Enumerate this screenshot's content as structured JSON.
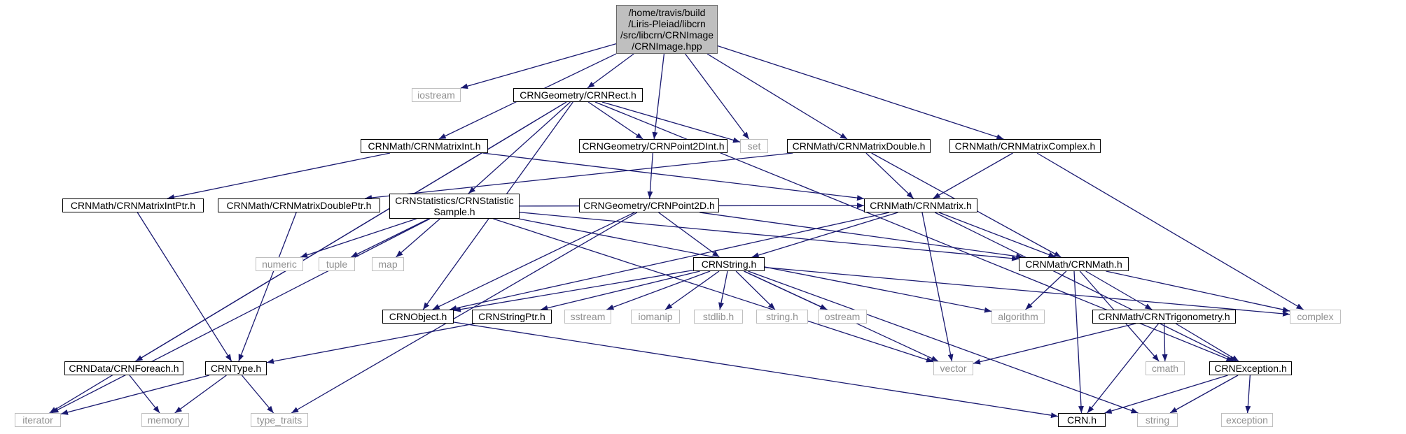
{
  "colors": {
    "edge": "#191970",
    "root_fill": "#bfbfbf",
    "external_border": "#bfbfbf",
    "external_text": "#909090"
  },
  "nodes": {
    "root": {
      "lines": [
        "/home/travis/build",
        "/Liris-Pleiad/libcrn",
        "/src/libcrn/CRNImage",
        "/CRNImage.hpp"
      ]
    },
    "iostream": {
      "label": "iostream"
    },
    "rect": {
      "label": "CRNGeometry/CRNRect.h"
    },
    "set": {
      "label": "set"
    },
    "matrixint": {
      "label": "CRNMath/CRNMatrixInt.h"
    },
    "point2dint": {
      "label": "CRNGeometry/CRNPoint2DInt.h"
    },
    "matrixdouble": {
      "label": "CRNMath/CRNMatrixDouble.h"
    },
    "matrixcomplex": {
      "label": "CRNMath/CRNMatrixComplex.h"
    },
    "matrixintptr": {
      "label": "CRNMath/CRNMatrixIntPtr.h"
    },
    "matrixdoubleptr": {
      "label": "CRNMath/CRNMatrixDoublePtr.h"
    },
    "statsample": {
      "lines": [
        "CRNStatistics/CRNStatistic",
        "Sample.h"
      ]
    },
    "point2d": {
      "label": "CRNGeometry/CRNPoint2D.h"
    },
    "matrix": {
      "label": "CRNMath/CRNMatrix.h"
    },
    "numeric": {
      "label": "numeric"
    },
    "tuple": {
      "label": "tuple"
    },
    "map": {
      "label": "map"
    },
    "string_h": {
      "label": "CRNString.h"
    },
    "math": {
      "label": "CRNMath/CRNMath.h"
    },
    "object": {
      "label": "CRNObject.h"
    },
    "stringptr": {
      "label": "CRNStringPtr.h"
    },
    "sstream": {
      "label": "sstream"
    },
    "iomanip": {
      "label": "iomanip"
    },
    "stdlib": {
      "label": "stdlib.h"
    },
    "cstring": {
      "label": "string.h"
    },
    "ostream": {
      "label": "ostream"
    },
    "algorithm": {
      "label": "algorithm"
    },
    "trig": {
      "label": "CRNMath/CRNTrigonometry.h"
    },
    "complex": {
      "label": "complex"
    },
    "foreach": {
      "label": "CRNData/CRNForeach.h"
    },
    "type": {
      "label": "CRNType.h"
    },
    "vector": {
      "label": "vector"
    },
    "cmath": {
      "label": "cmath"
    },
    "exception_h": {
      "label": "CRNException.h"
    },
    "iterator": {
      "label": "iterator"
    },
    "memory": {
      "label": "memory"
    },
    "type_traits": {
      "label": "type_traits"
    },
    "crn": {
      "label": "CRN.h"
    },
    "string": {
      "label": "string"
    },
    "exception": {
      "label": "exception"
    }
  },
  "edges": [
    [
      "root",
      "iostream"
    ],
    [
      "root",
      "rect"
    ],
    [
      "root",
      "set"
    ],
    [
      "root",
      "matrixint"
    ],
    [
      "root",
      "point2dint"
    ],
    [
      "root",
      "matrixdouble"
    ],
    [
      "root",
      "matrixcomplex"
    ],
    [
      "rect",
      "set"
    ],
    [
      "rect",
      "point2dint"
    ],
    [
      "rect",
      "statsample"
    ],
    [
      "rect",
      "object"
    ],
    [
      "rect",
      "foreach"
    ],
    [
      "rect",
      "iterator"
    ],
    [
      "rect",
      "exception_h"
    ],
    [
      "matrixint",
      "matrixintptr"
    ],
    [
      "matrixint",
      "matrix"
    ],
    [
      "point2dint",
      "point2d"
    ],
    [
      "matrixdouble",
      "matrixdoubleptr"
    ],
    [
      "matrixdouble",
      "matrix"
    ],
    [
      "matrixdouble",
      "math"
    ],
    [
      "matrixcomplex",
      "matrix"
    ],
    [
      "matrixcomplex",
      "complex"
    ],
    [
      "matrixintptr",
      "type"
    ],
    [
      "matrixdoubleptr",
      "type"
    ],
    [
      "statsample",
      "numeric"
    ],
    [
      "statsample",
      "tuple"
    ],
    [
      "statsample",
      "map"
    ],
    [
      "statsample",
      "iterator"
    ],
    [
      "statsample",
      "vector"
    ],
    [
      "statsample",
      "math"
    ],
    [
      "statsample",
      "matrix"
    ],
    [
      "statsample",
      "algorithm"
    ],
    [
      "point2d",
      "string_h"
    ],
    [
      "point2d",
      "object"
    ],
    [
      "point2d",
      "math"
    ],
    [
      "point2d",
      "type_traits"
    ],
    [
      "matrix",
      "string_h"
    ],
    [
      "matrix",
      "object"
    ],
    [
      "matrix",
      "math"
    ],
    [
      "matrix",
      "vector"
    ],
    [
      "matrix",
      "exception_h"
    ],
    [
      "string_h",
      "object"
    ],
    [
      "string_h",
      "stringptr"
    ],
    [
      "string_h",
      "sstream"
    ],
    [
      "string_h",
      "iomanip"
    ],
    [
      "string_h",
      "stdlib"
    ],
    [
      "string_h",
      "cstring"
    ],
    [
      "string_h",
      "ostream"
    ],
    [
      "string_h",
      "vector"
    ],
    [
      "string_h",
      "string"
    ],
    [
      "string_h",
      "complex"
    ],
    [
      "math",
      "algorithm"
    ],
    [
      "math",
      "trig"
    ],
    [
      "math",
      "complex"
    ],
    [
      "math",
      "cmath"
    ],
    [
      "math",
      "crn"
    ],
    [
      "object",
      "crn"
    ],
    [
      "stringptr",
      "type"
    ],
    [
      "trig",
      "vector"
    ],
    [
      "trig",
      "cmath"
    ],
    [
      "trig",
      "exception_h"
    ],
    [
      "trig",
      "crn"
    ],
    [
      "foreach",
      "memory"
    ],
    [
      "type",
      "iterator"
    ],
    [
      "type",
      "memory"
    ],
    [
      "type",
      "type_traits"
    ],
    [
      "exception_h",
      "crn"
    ],
    [
      "exception_h",
      "string"
    ],
    [
      "exception_h",
      "exception"
    ]
  ]
}
